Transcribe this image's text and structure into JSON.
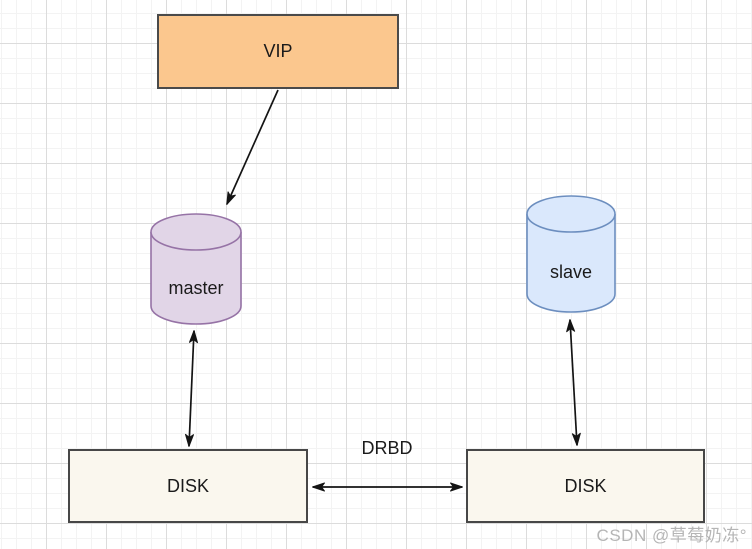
{
  "nodes": {
    "vip": {
      "label": "VIP",
      "shape": "rectangle"
    },
    "master": {
      "label": "master",
      "shape": "cylinder"
    },
    "slave": {
      "label": "slave",
      "shape": "cylinder"
    },
    "disk_left": {
      "label": "DISK",
      "shape": "rectangle"
    },
    "disk_right": {
      "label": "DISK",
      "shape": "rectangle"
    }
  },
  "edges": {
    "drbd_label": "DRBD",
    "list": [
      {
        "from": "vip",
        "to": "master",
        "type": "arrow"
      },
      {
        "from": "master",
        "to": "disk_left",
        "type": "double-arrow"
      },
      {
        "from": "slave",
        "to": "disk_right",
        "type": "double-arrow"
      },
      {
        "from": "disk_left",
        "to": "disk_right",
        "type": "double-arrow",
        "label": "DRBD"
      }
    ]
  },
  "watermark": {
    "text": "CSDN @草莓奶冻°"
  },
  "colors": {
    "vip_fill": "#FBC78E",
    "vip_border": "#4A4A4A",
    "master_fill": "#E1D5E7",
    "master_border": "#9673A6",
    "slave_fill": "#DAE8FC",
    "slave_border": "#6C8EBF",
    "disk_fill": "#FAF7EE",
    "disk_border": "#474747",
    "arrow": "#141414",
    "label": "#1A1A1A",
    "grid_major": "#DCDCDC",
    "grid_minor": "#F3F3F3",
    "watermark": "#B5B5B5"
  }
}
